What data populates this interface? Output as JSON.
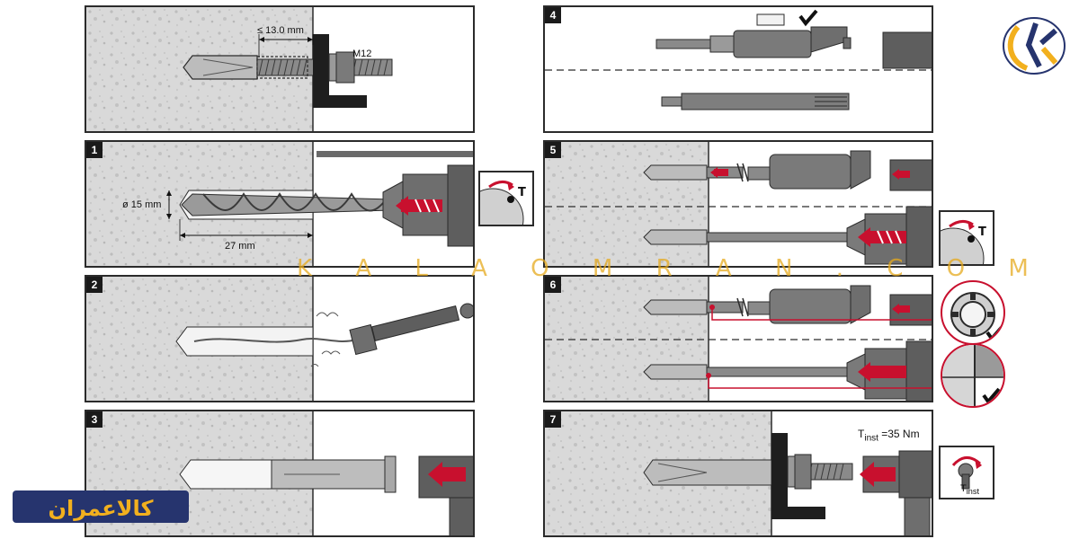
{
  "watermark": "K A L A O M R A N . C O M",
  "logo_text": "کالاعمران",
  "colors": {
    "accent": "#c8102e",
    "concrete": "#d8d8d8",
    "tool": "#707070",
    "border": "#2b2b2b",
    "watermark": "#e6aa1e"
  },
  "panel0": {
    "gap_label": "≤ 13.0 mm",
    "thread_label": "M12"
  },
  "step1": {
    "badge": "1",
    "diameter_label": "ø 15 mm",
    "depth_label": "27 mm"
  },
  "step2": {
    "badge": "2"
  },
  "step3": {
    "badge": "3"
  },
  "step4": {
    "badge": "4"
  },
  "step5": {
    "badge": "5"
  },
  "step6": {
    "badge": "6"
  },
  "step7": {
    "badge": "7",
    "torque_T": "T",
    "torque_sub": "inst",
    "torque_value": " =35 Nm",
    "inset_T": "T",
    "inset_sub": "inst"
  },
  "icons": [
    "check-icon",
    "hammer-mode-icon",
    "rotation-arrow-icon",
    "torque-wrench-icon",
    "push-arrow-icon"
  ]
}
